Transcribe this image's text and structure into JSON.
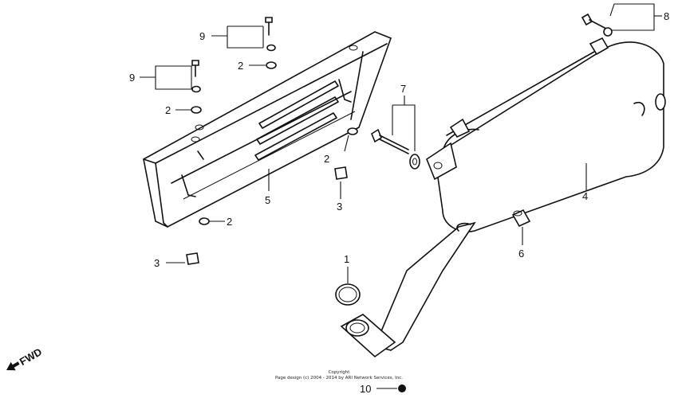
{
  "callouts": {
    "c1": "1",
    "c2a": "2",
    "c2b": "2",
    "c2c": "2",
    "c2d": "2",
    "c3a": "3",
    "c3b": "3",
    "c4": "4",
    "c5": "5",
    "c6": "6",
    "c7": "7",
    "c8": "8",
    "c9a": "9",
    "c9b": "9",
    "c10": "10"
  },
  "copyright": {
    "line1": "Copyright",
    "line2": "Page design (c) 2004 - 2014 by ARI Network Services, Inc."
  },
  "fwd_label": "FWD"
}
